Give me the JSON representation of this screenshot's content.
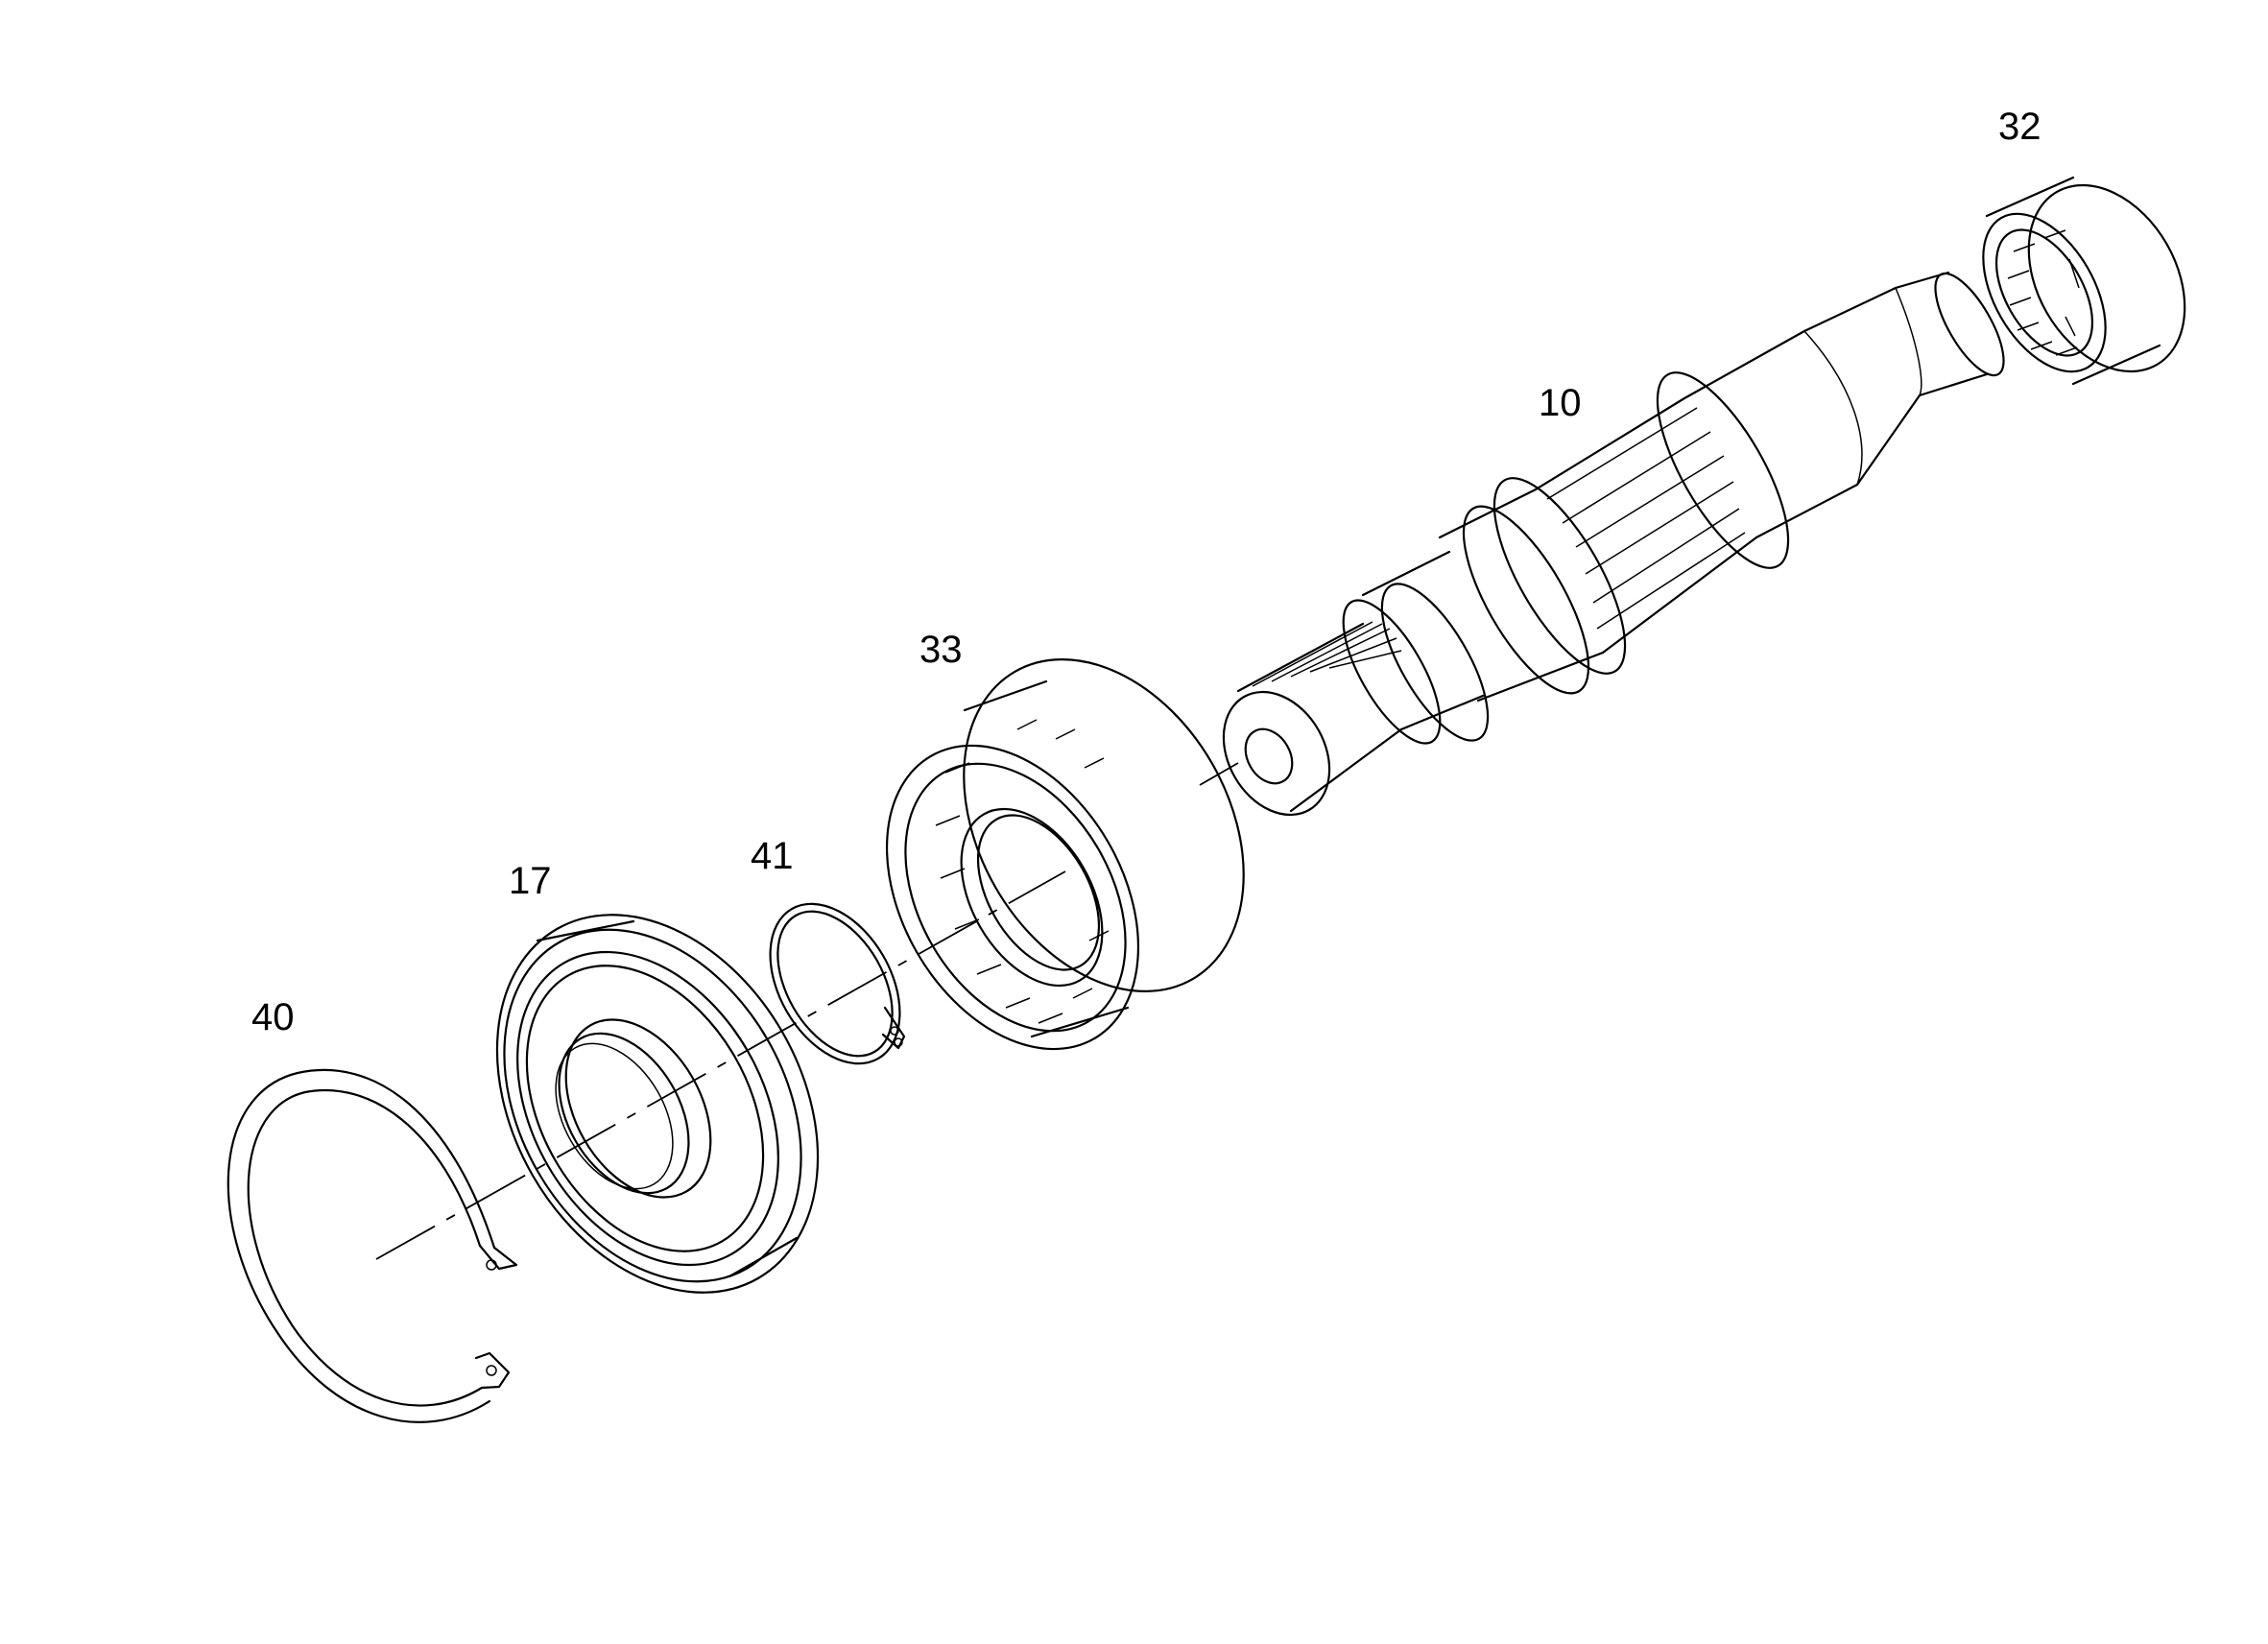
{
  "parts": [
    {
      "id": "part-32",
      "label": "32"
    },
    {
      "id": "part-10",
      "label": "10"
    },
    {
      "id": "part-33",
      "label": "33"
    },
    {
      "id": "part-41",
      "label": "41"
    },
    {
      "id": "part-17",
      "label": "17"
    },
    {
      "id": "part-40",
      "label": "40"
    }
  ]
}
